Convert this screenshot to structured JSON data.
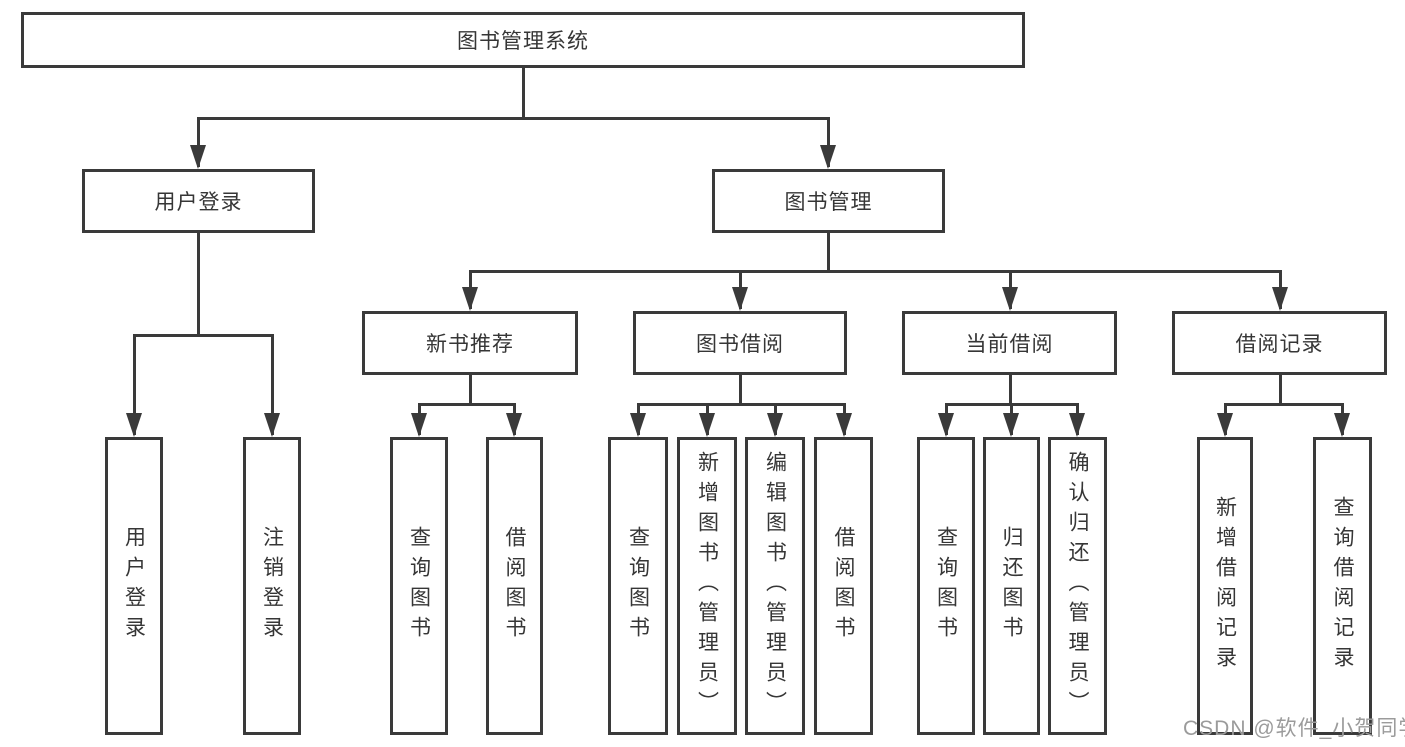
{
  "diagram_type": "tree",
  "colors": {
    "background": "#ffffff",
    "line": "#3a3a3a",
    "text": "#363636",
    "watermark": "#9b9b9b"
  },
  "tree": {
    "label": "图书管理系统",
    "children": [
      {
        "label": "用户登录",
        "children": [
          {
            "label": "用户登录"
          },
          {
            "label": "注销登录"
          }
        ]
      },
      {
        "label": "图书管理",
        "children": [
          {
            "label": "新书推荐",
            "children": [
              {
                "label": "查询图书"
              },
              {
                "label": "借阅图书"
              }
            ]
          },
          {
            "label": "图书借阅",
            "children": [
              {
                "label": "查询图书"
              },
              {
                "label": "新增图书（管理员）"
              },
              {
                "label": "编辑图书（管理员）"
              },
              {
                "label": "借阅图书"
              }
            ]
          },
          {
            "label": "当前借阅",
            "children": [
              {
                "label": "查询图书"
              },
              {
                "label": "归还图书"
              },
              {
                "label": "确认归还（管理员）"
              }
            ]
          },
          {
            "label": "借阅记录",
            "children": [
              {
                "label": "新增借阅记录"
              },
              {
                "label": "查询借阅记录"
              }
            ]
          }
        ]
      }
    ]
  },
  "watermark": "CSDN @软件_小贺同学"
}
